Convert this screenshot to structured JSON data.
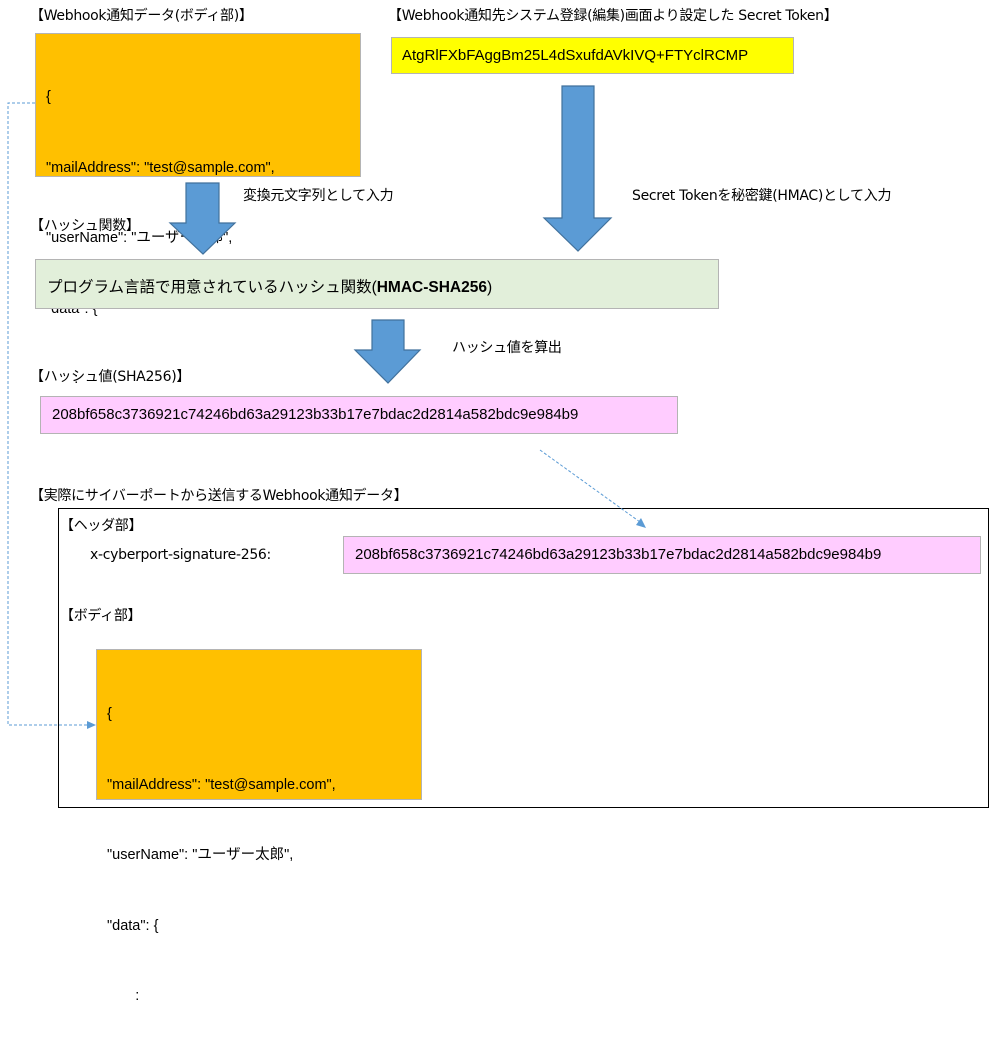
{
  "source_section": {
    "title": "【Webhook通知データ(ボディ部)】",
    "json_lines": [
      "{",
      "\"mailAddress\": \"test@sample.com\",",
      "\"userName\": \"ユーザー太郎\",",
      "\"data\": {",
      "       :"
    ]
  },
  "secret_section": {
    "title": "【Webhook通知先システム登録(編集)画面より設定した Secret Token】",
    "token": "AtgRlFXbFAggBm25L4dSxufdAVkIVQ+FTYclRCMP"
  },
  "arrows": {
    "input_source_label": "変換元文字列として入力",
    "input_secret_label": "Secret Tokenを秘密鍵(HMAC)として入力",
    "compute_label": "ハッシュ値を算出"
  },
  "hash_function_section": {
    "title": "【ハッシュ関数】",
    "text_prefix": "プログラム言語で用意されているハッシュ関数(",
    "algorithm": "HMAC-SHA256",
    "text_suffix": ")"
  },
  "hash_value_section": {
    "title": "【ハッシュ値(SHA256)】",
    "value": "208bf658c3736921c74246bd63a29123b33b17e7bdac2d2814a582bdc9e984b9"
  },
  "sent_data_section": {
    "title": "【実際にサイバーポートから送信するWebhook通知データ】",
    "header_title": "【ヘッダ部】",
    "header_key": "x-cyberport-signature-256:",
    "header_value": "208bf658c3736921c74246bd63a29123b33b17e7bdac2d2814a582bdc9e984b9",
    "body_title": "【ボディ部】",
    "json_lines": [
      "{",
      "\"mailAddress\": \"test@sample.com\",",
      "\"userName\": \"ユーザー太郎\",",
      "\"data\": {",
      "       :"
    ]
  },
  "colors": {
    "json_box": "#ffc000",
    "token_box": "#ffff00",
    "hash_function_box": "#e2efda",
    "hash_value_box": "#ffccff",
    "arrow_fill": "#5b9bd5",
    "arrow_stroke": "#41719c",
    "connector": "#5b9bd5"
  }
}
